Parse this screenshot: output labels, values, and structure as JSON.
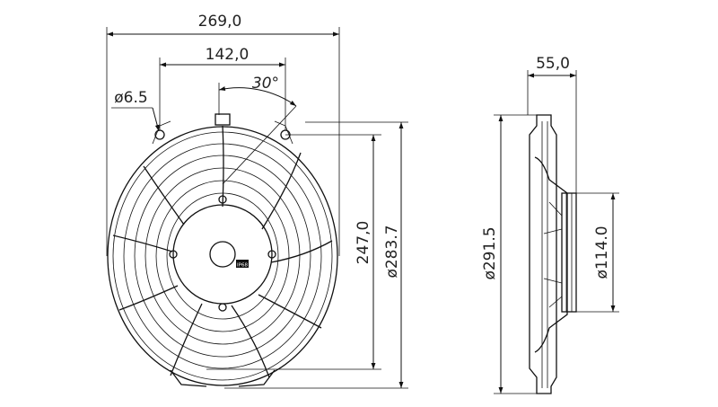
{
  "dimensions": {
    "width_total": "269,0",
    "mount_spacing": "142,0",
    "angle": "30°",
    "hole_dia": "ø6.5",
    "height_inner": "247,0",
    "dia_outer": "ø283.7",
    "depth": "55,0",
    "dia_side": "ø291.5",
    "dia_motor": "ø114.0"
  },
  "badge_text": "IP68"
}
